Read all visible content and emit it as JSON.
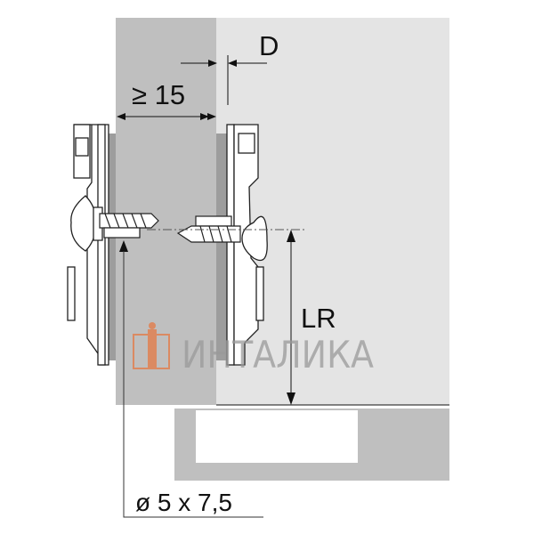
{
  "dimensions": {
    "depth_label": "D",
    "min_thickness_label": "≥ 15",
    "height_label": "LR",
    "screw_label": "ø 5 x 7,5"
  },
  "watermark": {
    "text": "ИНТАЛИКА",
    "logo_color": "#e8743b"
  },
  "colors": {
    "panel_dark": "#bfbfbf",
    "panel_light": "#e4e4e4",
    "line": "#1a1a1a"
  }
}
